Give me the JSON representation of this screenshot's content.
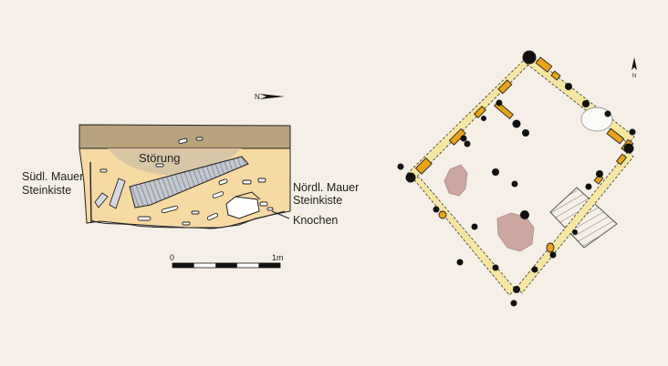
{
  "section": {
    "labels": {
      "disturbance": "Störung",
      "south_wall_line1": "Südl. Mauer",
      "south_wall_line2": "Steinkiste",
      "north_wall_line1": "Nördl. Mauer",
      "north_wall_line2": "Steinkiste",
      "bones": "Knochen"
    },
    "north_arrow_letter": "N",
    "scale": {
      "start": "0",
      "end": "1m"
    }
  },
  "plan": {
    "north_arrow_letter": "N"
  },
  "colors": {
    "background": "#f5efe7",
    "topsoil": "#b9a27e",
    "disturbance": "#d9c6a7",
    "fill_layer": "#f7d9a3",
    "slab_hatch": "#9aa0ad",
    "wall_stone": "#e9a31a",
    "post_hole": "#111111",
    "pit": "#cda6a0"
  }
}
